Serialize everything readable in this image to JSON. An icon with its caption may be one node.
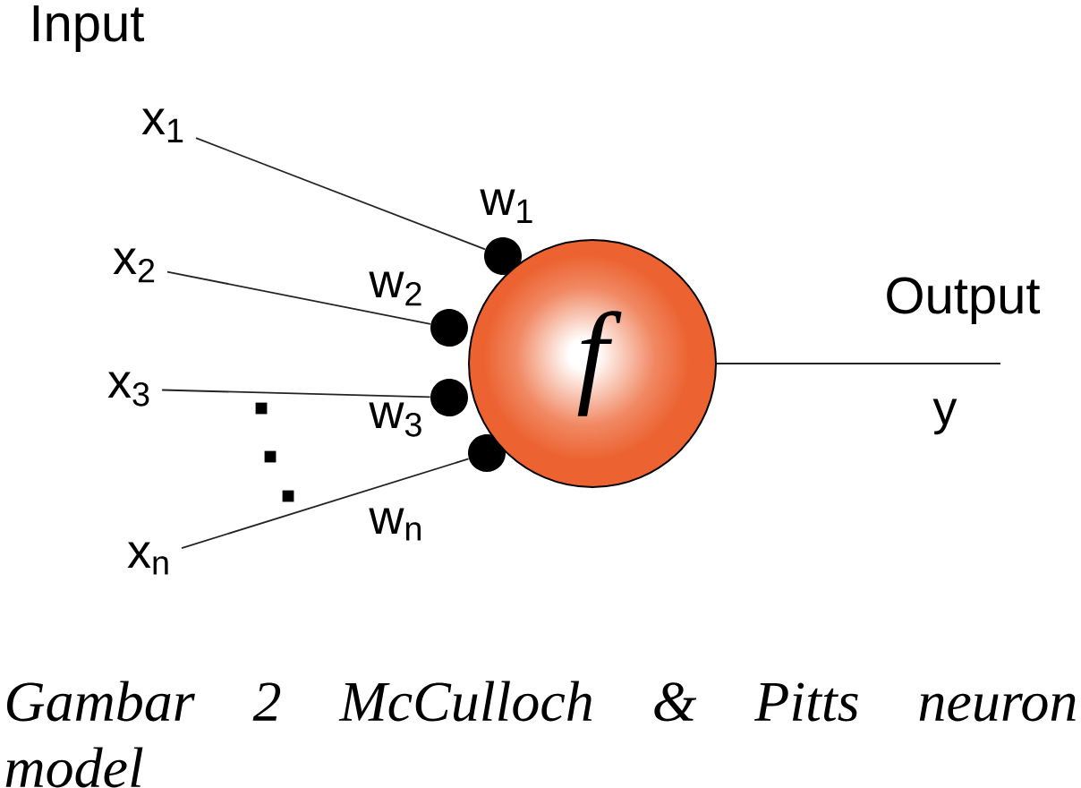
{
  "diagram": {
    "caption": "Gambar 2 McCulloch & Pitts neuron model",
    "nodes": [
      {
        "text": [
          "x$_{1}$"
        ]
      },
      {
        "text": [
          "x$_{2}$"
        ]
      },
      {
        "text": [
          "x$_{3}$"
        ]
      },
      {
        "text": [
          "x$_{n}$"
        ]
      },
      {
        "text": [],
        "shape": "circle",
        "beside": [
          "w$_{1}$"
        ]
      },
      {
        "text": [],
        "shape": "circle",
        "beside": [
          "w$_{2}$"
        ]
      },
      {
        "text": [],
        "shape": "circle",
        "beside": [
          "w$_{3}$"
        ]
      },
      {
        "text": [],
        "shape": "circle",
        "beside": [
          "w$_{n}$"
        ]
      },
      {
        "text": [
          "f"
        ]
      }
    ],
    "edges": [
      {
        "from": 0,
        "to": 4,
        "arrow": "none"
      },
      {
        "from": 1,
        "to": 5,
        "arrow": "none"
      },
      {
        "from": 2,
        "to": 6,
        "arrow": "none"
      },
      {
        "from": 3,
        "to": 7,
        "arrow": "none"
      },
      {
        "from": 8,
        "to": null,
        "arrow": "none"
      }
    ],
    "labels": [
      "Input",
      "Output",
      "y"
    ]
  }
}
